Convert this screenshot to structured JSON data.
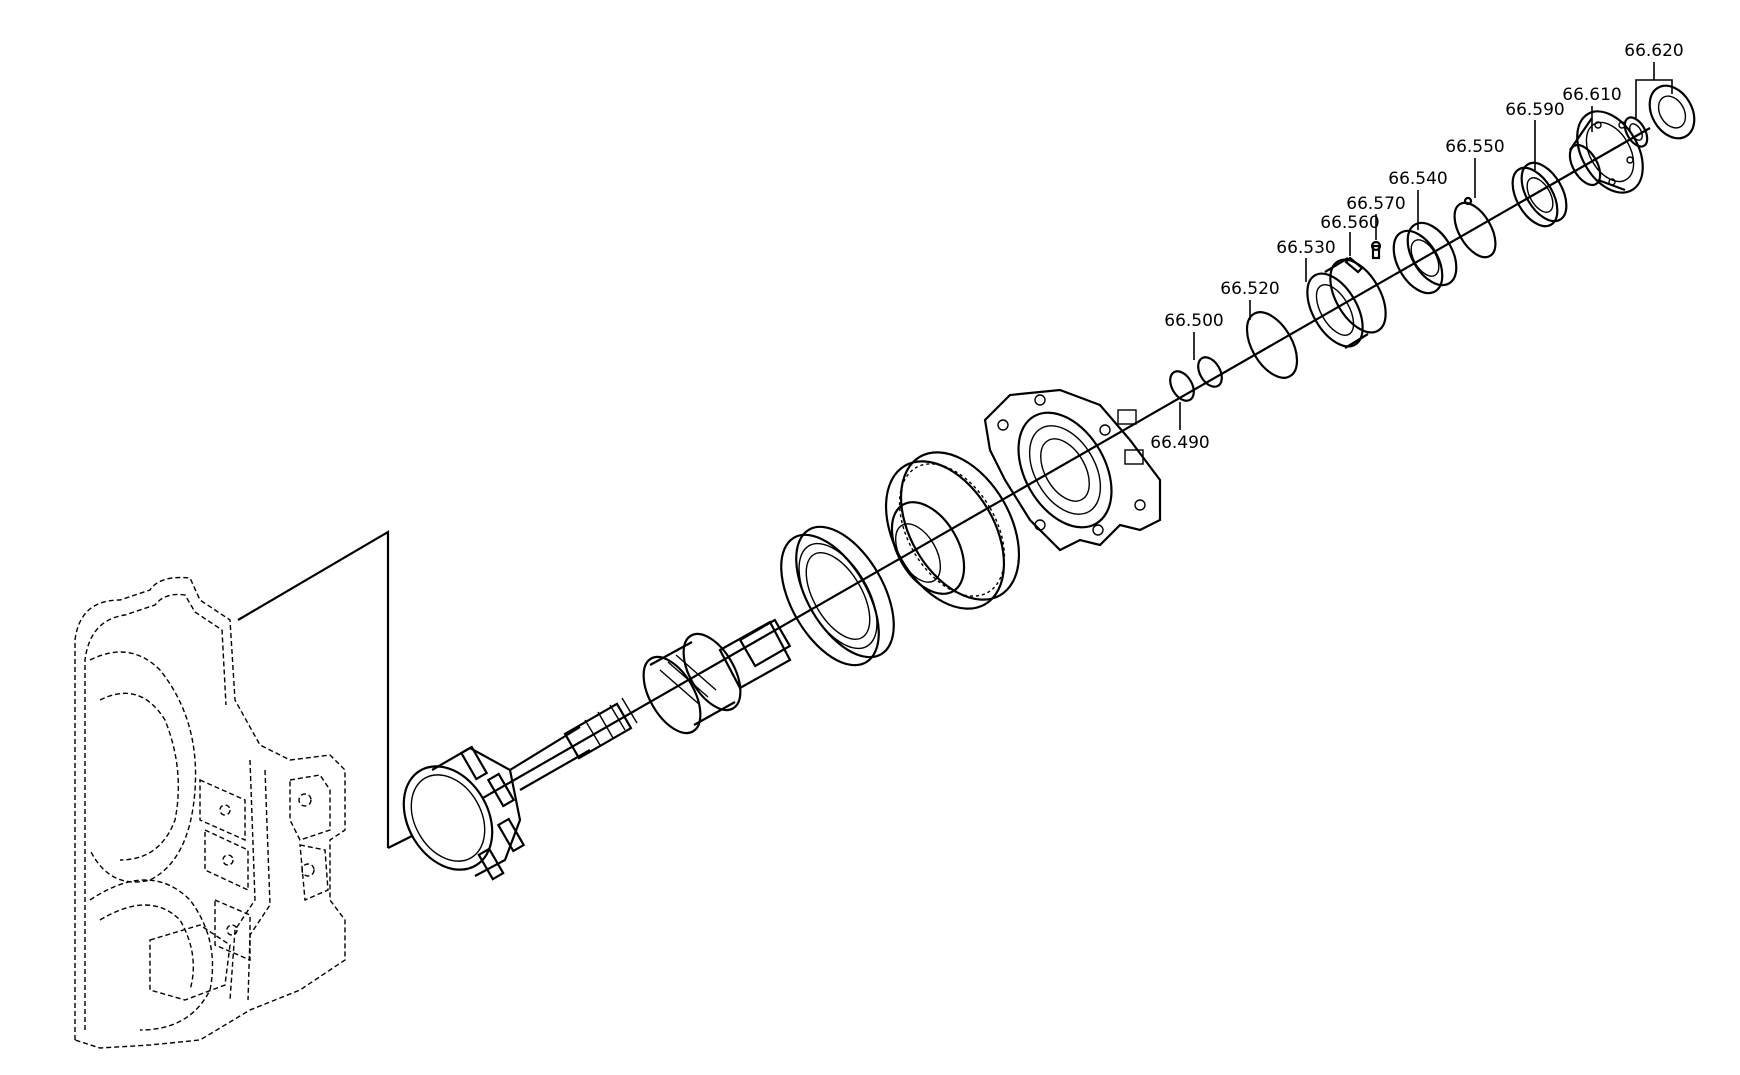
{
  "labels": [
    "66.620",
    "66.610",
    "66.590",
    "66.550",
    "66.540",
    "66.570",
    "66.560",
    "66.530",
    "66.520",
    "66.500",
    "66.490"
  ],
  "colors": {
    "ink": "#000000",
    "background": "#ffffff"
  }
}
